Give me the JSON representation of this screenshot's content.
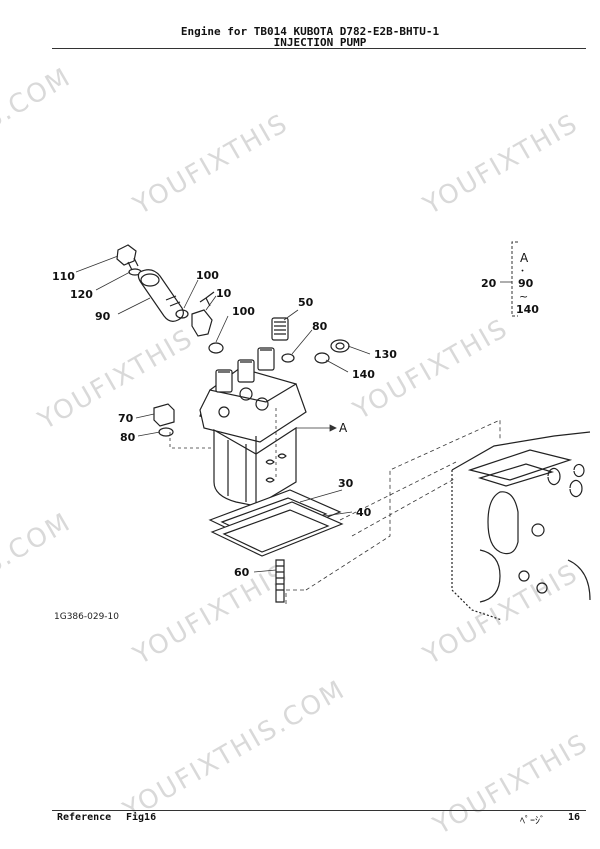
{
  "header": {
    "line1": "Engine for TB014  KUBOTA  D782-E2B-BHTU-1",
    "line2": "INJECTION PUMP"
  },
  "callouts": {
    "c110": "110",
    "c120": "120",
    "c90": "90",
    "c100a": "100",
    "c10": "10",
    "c100b": "100",
    "c50": "50",
    "c80a": "80",
    "c130": "130",
    "c140": "140",
    "c70": "70",
    "c80b": "80",
    "c30": "30",
    "c40": "40",
    "c60": "60",
    "c20": "20",
    "arrow_a": "A"
  },
  "bracket": {
    "label_a": "A",
    "dot": "・",
    "from": "90",
    "tilde": "~",
    "to": "140"
  },
  "figure_code": "1G386-029-10",
  "watermark": "YOUFIXTHIS",
  "watermark_com": "S.COM",
  "watermark_full": "YOUFIXTHIS.COM",
  "footer": {
    "reference_label": "Reference",
    "fig_label": "Fig16",
    "page_label": "ﾍﾟｰｼﾞ",
    "page_number": "16"
  }
}
